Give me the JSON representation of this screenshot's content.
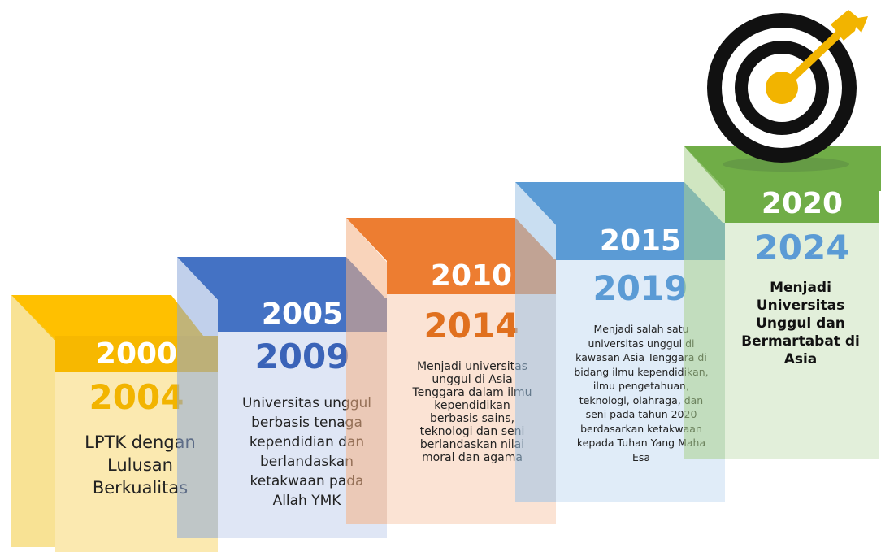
{
  "steps": [
    {
      "start": "2000",
      "end": "2004",
      "text": "LPTK dengan Lulusan Berkualitas",
      "color_main": "#f7b800",
      "color_dark": "#d99a00",
      "color_light": "#fbe9b0",
      "color_end": "#f2b400"
    },
    {
      "start": "2005",
      "end": "2009",
      "text": "Universitas unggul berbasis tenaga kependidian dan berlandaskan ketakwaan pada Allah YMK",
      "color_main": "#4472c4",
      "color_dark": "#2e56a0",
      "color_light": "#dfe6f5",
      "color_end": "#3a63b8"
    },
    {
      "start": "2010",
      "end": "2014",
      "text": "Menjadi universitas unggul di Asia Tenggara dalam ilmu kependidikan berbasis sains, teknologi dan seni berlandaskan nilai moral dan agama",
      "color_main": "#ed7d31",
      "color_dark": "#c55a11",
      "color_light": "#fbe3d4",
      "color_end": "#e0701e"
    },
    {
      "start": "2015",
      "end": "2019",
      "text": "Menjadi salah satu universitas unggul di kawasan Asia Tenggara di bidang ilmu kependidikan, ilmu pengetahuan, teknologi, olahraga, dan seni pada tahun 2020 berdasarkan ketakwaan kepada Tuhan Yang Maha Esa",
      "color_main": "#5b9bd5",
      "color_dark": "#3f7fc0",
      "color_light": "#e0ecf8",
      "color_end": "#5b9bd5"
    },
    {
      "start": "2020",
      "end": "2024",
      "text": "Menjadi Universitas Unggul dan Bermartabat di Asia",
      "color_main": "#70ad47",
      "color_dark": "#548235",
      "color_light": "#e2efda",
      "color_end": "#5b9bd5"
    }
  ],
  "icon": "target-icon",
  "icon_colors": {
    "ring": "#111111",
    "center": "#f2b400"
  }
}
